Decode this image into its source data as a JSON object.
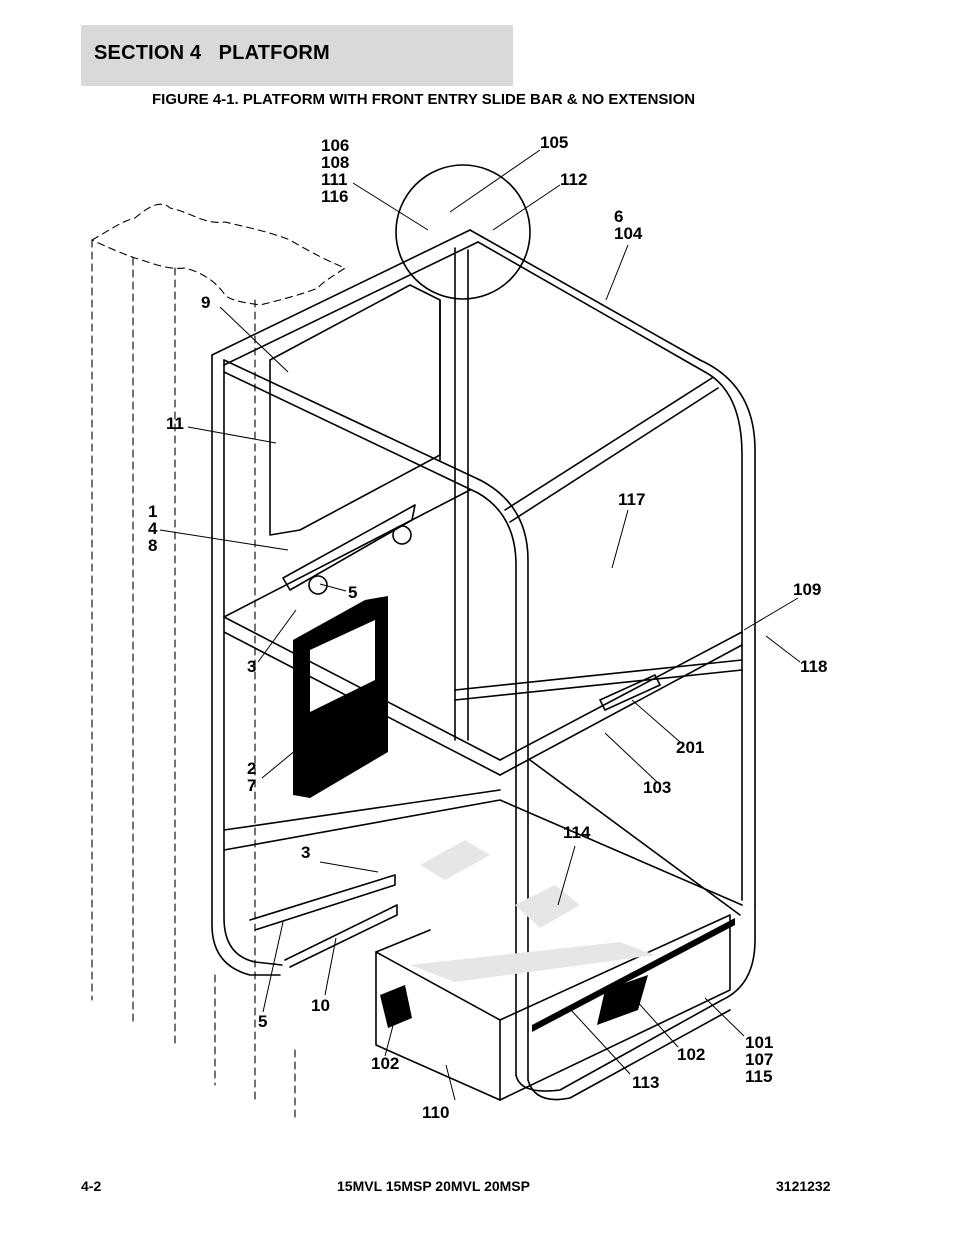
{
  "header": {
    "section_title": "SECTION 4   PLATFORM",
    "figure_title": "FIGURE 4-1. PLATFORM WITH FRONT ENTRY SLIDE BAR & NO EXTENSION"
  },
  "callouts": [
    {
      "id": "c106",
      "text": "106\n108\n111\n116"
    },
    {
      "id": "c105",
      "text": "105"
    },
    {
      "id": "c112",
      "text": "112"
    },
    {
      "id": "c6",
      "text": "6\n104"
    },
    {
      "id": "c9",
      "text": "9"
    },
    {
      "id": "c11",
      "text": "11"
    },
    {
      "id": "c148",
      "text": "1\n4\n8"
    },
    {
      "id": "c5a",
      "text": "5"
    },
    {
      "id": "c3a",
      "text": "3"
    },
    {
      "id": "c117",
      "text": "117"
    },
    {
      "id": "c109",
      "text": "109"
    },
    {
      "id": "c118",
      "text": "118"
    },
    {
      "id": "c201",
      "text": "201"
    },
    {
      "id": "c103",
      "text": "103"
    },
    {
      "id": "c27",
      "text": "2\n7"
    },
    {
      "id": "c114",
      "text": "114"
    },
    {
      "id": "c3b",
      "text": "3"
    },
    {
      "id": "c10",
      "text": "10"
    },
    {
      "id": "c5b",
      "text": "5"
    },
    {
      "id": "c102a",
      "text": "102"
    },
    {
      "id": "c110",
      "text": "110"
    },
    {
      "id": "c113",
      "text": "113"
    },
    {
      "id": "c102b",
      "text": "102"
    },
    {
      "id": "c101",
      "text": "101\n107\n115"
    }
  ],
  "footer": {
    "page_number": "4-2",
    "models": "15MVL 15MSP 20MVL 20MSP",
    "doc_number": "3121232"
  }
}
